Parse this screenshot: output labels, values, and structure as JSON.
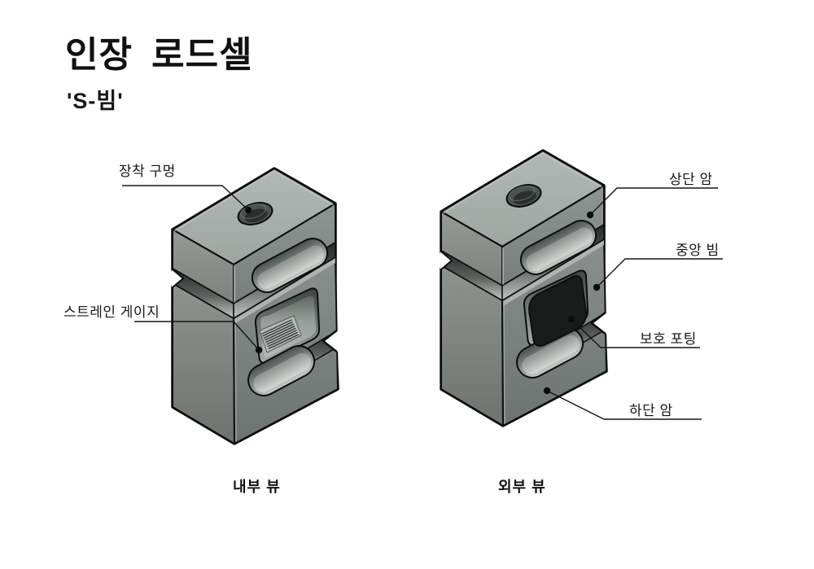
{
  "header": {
    "title": "인장 로드셀",
    "subtitle": "'S-빔'"
  },
  "views": {
    "internal": {
      "caption": "내부 뷰",
      "callouts": {
        "mounting_hole": "장착 구멍",
        "strain_gauge": "스트레인 게이지"
      }
    },
    "external": {
      "caption": "외부 뷰",
      "callouts": {
        "upper_arm": "상단 암",
        "center_beam": "중앙 빔",
        "protective_potting": "보호 포팅",
        "lower_arm": "하단 암"
      }
    }
  },
  "colors": {
    "background": "#ffffff",
    "outline": "#0d0d0d",
    "metal_top": "#aab0ad",
    "metal_front": "#8f938f",
    "metal_side": "#7d8380",
    "slot_shadow": "#272b29",
    "potting": "#1a1c1b",
    "leader_line": "#161616",
    "text": "#161616"
  }
}
